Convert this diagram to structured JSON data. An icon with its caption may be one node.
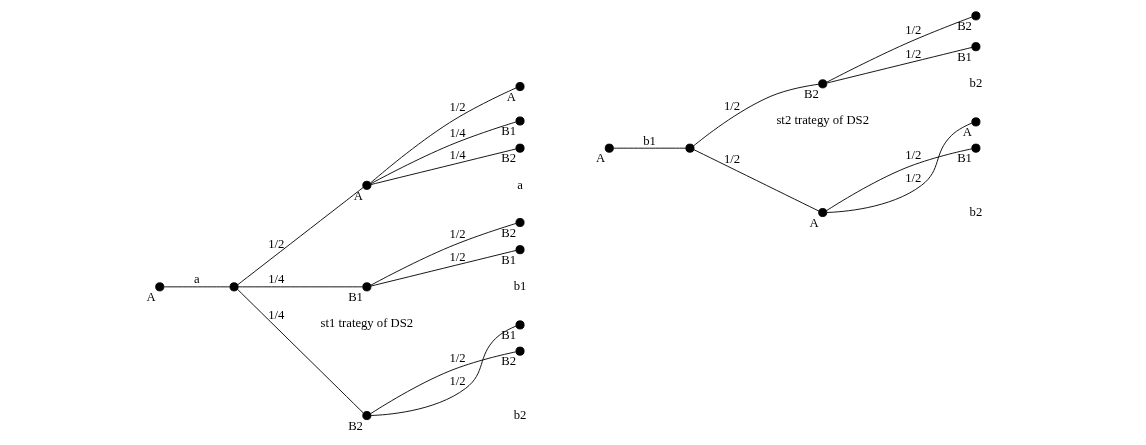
{
  "diagram": {
    "nodes": [
      {
        "text": [],
        "shape": "circle",
        "beside": [
          "A"
        ]
      },
      {
        "text": [],
        "shape": "circle"
      },
      {
        "text": [],
        "shape": "circle",
        "beside": [
          "A"
        ]
      },
      {
        "text": [],
        "shape": "circle",
        "beside": [
          "B1"
        ]
      },
      {
        "text": [],
        "shape": "circle",
        "beside": [
          "B2"
        ]
      },
      {
        "text": [],
        "shape": "circle",
        "beside": [
          "A"
        ]
      },
      {
        "text": [],
        "shape": "circle",
        "beside": [
          "B1"
        ]
      },
      {
        "text": [],
        "shape": "circle",
        "beside": [
          "B2"
        ]
      },
      {
        "text": [],
        "shape": "circle",
        "beside": [
          "B2"
        ]
      },
      {
        "text": [],
        "shape": "circle",
        "beside": [
          "B1"
        ]
      },
      {
        "text": [],
        "shape": "circle",
        "beside": [
          "B2"
        ]
      },
      {
        "text": [],
        "shape": "circle",
        "beside": [
          "B1"
        ]
      },
      {
        "text": [],
        "shape": "circle",
        "beside": [
          "A"
        ]
      },
      {
        "text": [],
        "shape": "circle"
      },
      {
        "text": [],
        "shape": "circle",
        "beside": [
          "B2"
        ]
      },
      {
        "text": [],
        "shape": "circle",
        "beside": [
          "A"
        ]
      },
      {
        "text": [],
        "shape": "circle",
        "beside": [
          "B2"
        ]
      },
      {
        "text": [],
        "shape": "circle",
        "beside": [
          "B1"
        ]
      },
      {
        "text": [],
        "shape": "circle",
        "beside": [
          "B1"
        ]
      },
      {
        "text": [],
        "shape": "circle",
        "beside": [
          "A"
        ]
      }
    ],
    "edges": [
      {
        "from": 0,
        "to": 1,
        "arrow": "none",
        "label": "a"
      },
      {
        "from": 1,
        "to": 2,
        "arrow": "none",
        "label": "1/2"
      },
      {
        "from": 1,
        "to": 3,
        "arrow": "none",
        "label": "1/4"
      },
      {
        "from": 1,
        "to": 4,
        "arrow": "none",
        "label": "1/4"
      },
      {
        "from": 2,
        "to": 5,
        "arrow": "none",
        "label": "1/2"
      },
      {
        "from": 2,
        "to": 6,
        "arrow": "none",
        "label": "1/4"
      },
      {
        "from": 2,
        "to": 7,
        "arrow": "none",
        "label": "1/4"
      },
      {
        "from": 3,
        "to": 8,
        "arrow": "none",
        "label": "1/2"
      },
      {
        "from": 3,
        "to": 9,
        "arrow": "none",
        "label": "1/2"
      },
      {
        "from": 4,
        "to": 10,
        "arrow": "none",
        "label": "1/2"
      },
      {
        "from": 4,
        "to": 11,
        "arrow": "none",
        "label": "1/2"
      },
      {
        "from": 12,
        "to": 13,
        "arrow": "none",
        "label": "b1"
      },
      {
        "from": 13,
        "to": 14,
        "arrow": "none",
        "label": "1/2"
      },
      {
        "from": 13,
        "to": 15,
        "arrow": "none",
        "label": "1/2"
      },
      {
        "from": 14,
        "to": 16,
        "arrow": "none",
        "label": "1/2"
      },
      {
        "from": 14,
        "to": 17,
        "arrow": "none",
        "label": "1/2"
      },
      {
        "from": 15,
        "to": 18,
        "arrow": "none",
        "label": "1/2"
      },
      {
        "from": 15,
        "to": 19,
        "arrow": "none",
        "label": "1/2"
      }
    ],
    "labels": [
      "a",
      "b1",
      "b2",
      "b2",
      "b2",
      "st1 trategy of DS2",
      "st2 trategy of DS2"
    ]
  }
}
